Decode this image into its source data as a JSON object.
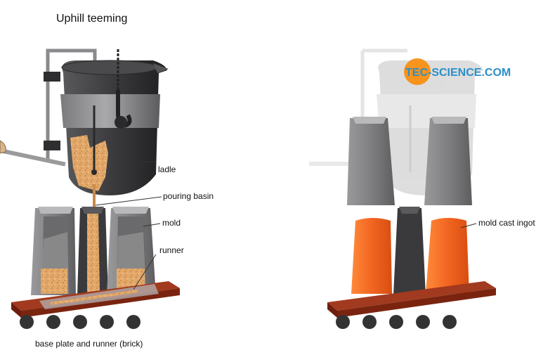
{
  "title": "Uphill teeming",
  "labels": {
    "ladle": "ladle",
    "pouring_basin": "pouring basin",
    "mold": "mold",
    "runner": "runner",
    "base_plate": "base plate and runner (brick)",
    "mold_cast_ingot": "mold cast ingot"
  },
  "logo": {
    "part1": "tec",
    "part2": "-science",
    "part3": ".com",
    "text_color": "#2b8fc8",
    "circle_color": "#f7941d"
  },
  "colors": {
    "steel_dark": "#3a3a3c",
    "steel_mid": "#8a8a8c",
    "steel_light": "#c4c4c6",
    "molten_fill": "#e0a868",
    "ingot_orange": "#f26522",
    "plate_red": "#8b2a14",
    "wheel": "#333333"
  }
}
